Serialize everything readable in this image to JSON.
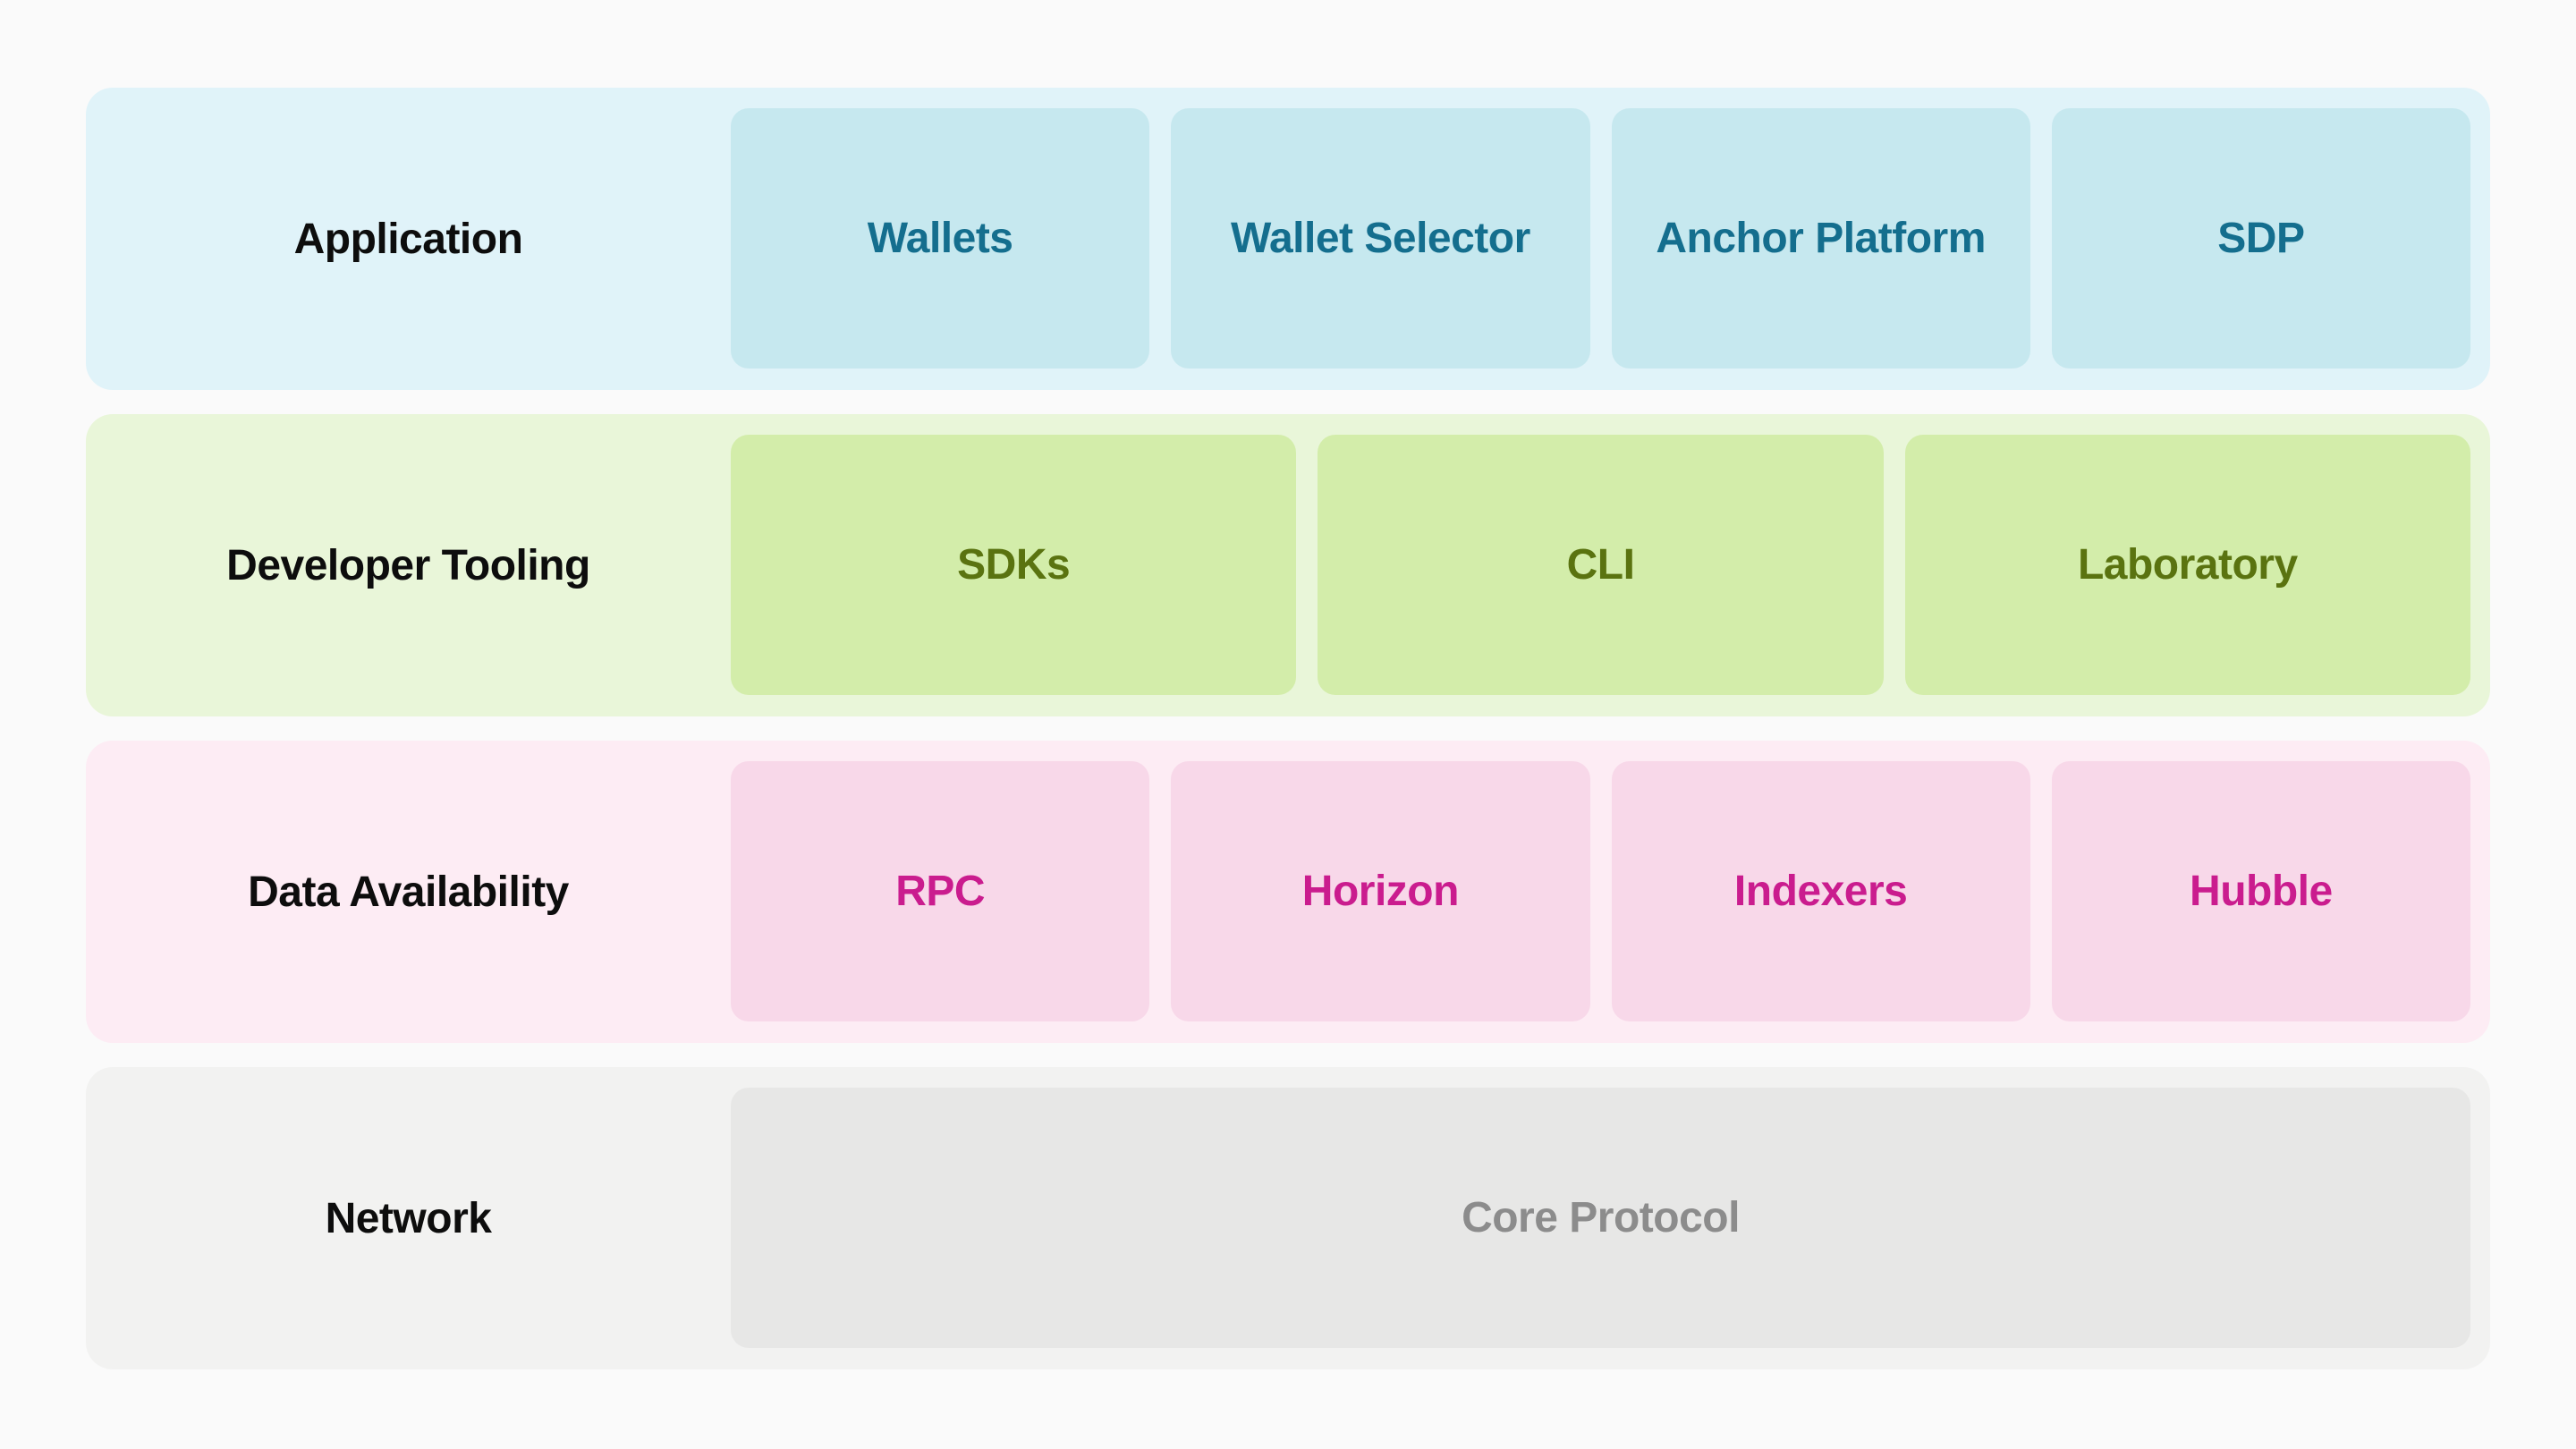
{
  "page": {
    "background": "#fafafa"
  },
  "diagram": {
    "label_text_color": "#0d0d0d",
    "rows": [
      {
        "label": "Application",
        "colors": {
          "row_bg": "#e0f3f9",
          "item_bg": "#c6e8ef",
          "item_text": "#146e8e"
        },
        "items": [
          {
            "label": "Wallets"
          },
          {
            "label": "Wallet Selector"
          },
          {
            "label": "Anchor Platform"
          },
          {
            "label": "SDP"
          }
        ]
      },
      {
        "label": "Developer Tooling",
        "colors": {
          "row_bg": "#e9f6d9",
          "item_bg": "#d3edaa",
          "item_text": "#5a7310"
        },
        "items": [
          {
            "label": "SDKs"
          },
          {
            "label": "CLI"
          },
          {
            "label": "Laboratory"
          }
        ]
      },
      {
        "label": "Data Availability",
        "colors": {
          "row_bg": "#fdecf4",
          "item_bg": "#f8d8e9",
          "item_text": "#ca1c8e"
        },
        "items": [
          {
            "label": "RPC"
          },
          {
            "label": "Horizon"
          },
          {
            "label": "Indexers"
          },
          {
            "label": "Hubble"
          }
        ]
      },
      {
        "label": "Network",
        "colors": {
          "row_bg": "#f2f2f1",
          "item_bg": "#e7e7e6",
          "item_text": "#8c8c8c"
        },
        "items": [
          {
            "label": "Core Protocol"
          }
        ]
      }
    ]
  }
}
